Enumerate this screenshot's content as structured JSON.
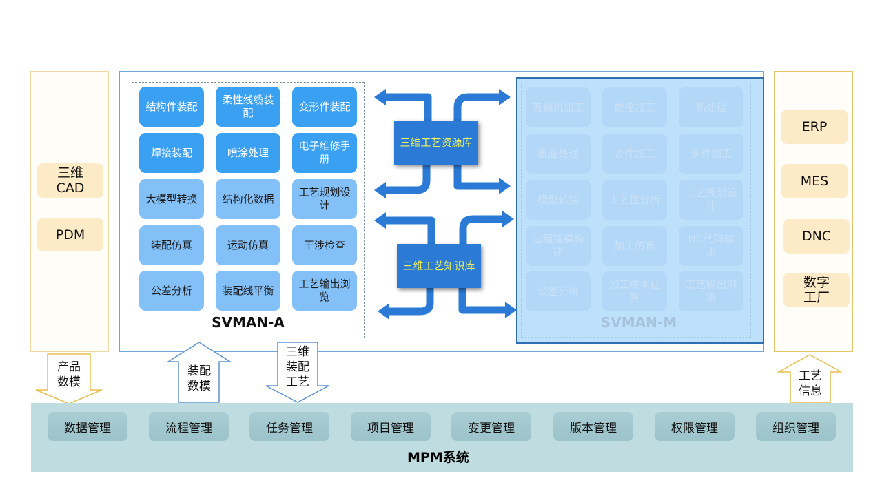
{
  "left_systems": {
    "items": [
      "三维\nCAD",
      "PDM"
    ]
  },
  "right_systems": {
    "items": [
      "ERP",
      "MES",
      "DNC",
      "数字\n工厂"
    ]
  },
  "svman_a": {
    "title": "SVMAN-A",
    "tiles": [
      {
        "label": "结构件装配",
        "style": "dark"
      },
      {
        "label": "柔性线缆装配",
        "style": "dark"
      },
      {
        "label": "变形件装配",
        "style": "dark"
      },
      {
        "label": "焊接装配",
        "style": "dark"
      },
      {
        "label": "喷涂处理",
        "style": "dark"
      },
      {
        "label": "电子维修手册",
        "style": "dark"
      },
      {
        "label": "大模型转换",
        "style": "light"
      },
      {
        "label": "结构化数据",
        "style": "light"
      },
      {
        "label": "工艺规划设计",
        "style": "light"
      },
      {
        "label": "装配仿真",
        "style": "light"
      },
      {
        "label": "运动仿真",
        "style": "light"
      },
      {
        "label": "干涉检查",
        "style": "light"
      },
      {
        "label": "公差分析",
        "style": "light"
      },
      {
        "label": "装配线平衡",
        "style": "light"
      },
      {
        "label": "工艺输出浏览",
        "style": "light"
      }
    ]
  },
  "svman_m": {
    "title": "SVMAN-M",
    "tiles": [
      {
        "label": "普通机加工"
      },
      {
        "label": "数控加工"
      },
      {
        "label": "热处理"
      },
      {
        "label": "表面处理"
      },
      {
        "label": "合件加工"
      },
      {
        "label": "多件加工"
      },
      {
        "label": "模型转换"
      },
      {
        "label": "工艺性分析"
      },
      {
        "label": "工艺规划设计"
      },
      {
        "label": "过程建模构建"
      },
      {
        "label": "加工仿真"
      },
      {
        "label": "NC代码输出"
      },
      {
        "label": "公差分析"
      },
      {
        "label": "加工成本估算"
      },
      {
        "label": "工艺输出浏览"
      }
    ]
  },
  "libraries": {
    "resource": "三维工艺资源库",
    "knowledge": "三维工艺知识库"
  },
  "flow_arrows": {
    "product_model": "产品\n数模",
    "assembly_model": "装配\n数模",
    "assembly_process": "三维\n装配\n工艺",
    "process_info": "工艺\n信息"
  },
  "mpm": {
    "title": "MPM系统",
    "modules": [
      "数据管理",
      "流程管理",
      "任务管理",
      "项目管理",
      "变更管理",
      "版本管理",
      "权限管理",
      "组织管理"
    ]
  },
  "colors": {
    "tile_dark": "#3aa0f2",
    "tile_light": "#83c0f7",
    "library_box": "#2b7bd6",
    "library_text": "#f2f25a",
    "side_item": "#fdebc8",
    "mpm_bg": "#bfdce1"
  }
}
